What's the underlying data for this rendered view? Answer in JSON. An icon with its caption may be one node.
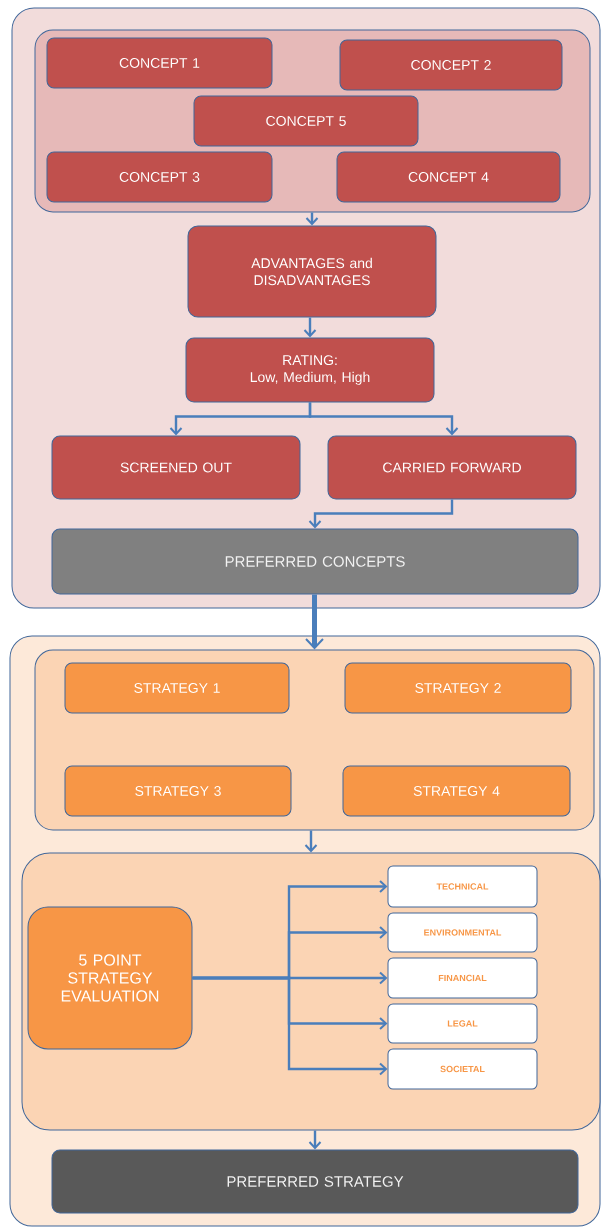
{
  "diagram": {
    "nodes": [
      {
        "text": [],
        "shape": "box"
      },
      {
        "text": [],
        "shape": "box",
        "in": 0
      },
      {
        "text": [
          "CONCEPT 1"
        ],
        "in": 1
      },
      {
        "text": [
          "CONCEPT 2"
        ],
        "in": 1
      },
      {
        "text": [
          "CONCEPT 5"
        ],
        "in": 1
      },
      {
        "text": [
          "CONCEPT 3"
        ],
        "in": 1
      },
      {
        "text": [
          "CONCEPT 4"
        ],
        "in": 1
      },
      {
        "text": [
          "ADVANTAGES and DISADVANTAGES"
        ],
        "in": 0
      },
      {
        "text": [
          "RATING:",
          "Low, Medium, High"
        ],
        "in": 0
      },
      {
        "text": [
          "SCREENED OUT"
        ],
        "in": 0
      },
      {
        "text": [
          "CARRIED FORWARD"
        ],
        "in": 0
      },
      {
        "text": [
          "PREFERRED CONCEPTS"
        ],
        "in": 0
      },
      {
        "text": [],
        "shape": "box"
      },
      {
        "text": [],
        "shape": "box",
        "in": 12
      },
      {
        "text": [
          "STRATEGY 1"
        ],
        "in": 13
      },
      {
        "text": [
          "STRATEGY 2"
        ],
        "in": 13
      },
      {
        "text": [
          "STRATEGY 3"
        ],
        "in": 13
      },
      {
        "text": [
          "STRATEGY 4"
        ],
        "in": 13
      },
      {
        "text": [],
        "shape": "box",
        "in": 12
      },
      {
        "text": [
          "5 POINT STRATEGY EVALUATION"
        ],
        "in": 18
      },
      {
        "text": [
          "TECHNICAL"
        ],
        "in": 18
      },
      {
        "text": [
          "ENVIRONMENTAL"
        ],
        "in": 18
      },
      {
        "text": [
          "FINANCIAL"
        ],
        "in": 18
      },
      {
        "text": [
          "LEGAL"
        ],
        "in": 18
      },
      {
        "text": [
          "SOCIETAL"
        ],
        "in": 18
      },
      {
        "text": [
          "PREFERRED STRATEGY"
        ],
        "in": 12
      }
    ],
    "edges": [
      {
        "from": 1,
        "to": 7,
        "arrow": "to"
      },
      {
        "from": 7,
        "to": 8,
        "arrow": "to"
      },
      {
        "from": 8,
        "to": 9,
        "arrow": "to"
      },
      {
        "from": 8,
        "to": 10,
        "arrow": "to"
      },
      {
        "from": 10,
        "to": 11,
        "arrow": "to"
      },
      {
        "from": 11,
        "to": 13,
        "arrow": "to",
        "style": "thick"
      },
      {
        "from": 13,
        "to": 18,
        "arrow": "to"
      },
      {
        "from": 19,
        "to": 20,
        "arrow": "to"
      },
      {
        "from": 19,
        "to": 21,
        "arrow": "to"
      },
      {
        "from": 19,
        "to": 22,
        "arrow": "to"
      },
      {
        "from": 19,
        "to": 23,
        "arrow": "to"
      },
      {
        "from": 19,
        "to": 24,
        "arrow": "to"
      },
      {
        "from": 18,
        "to": 25,
        "arrow": "to"
      }
    ]
  }
}
